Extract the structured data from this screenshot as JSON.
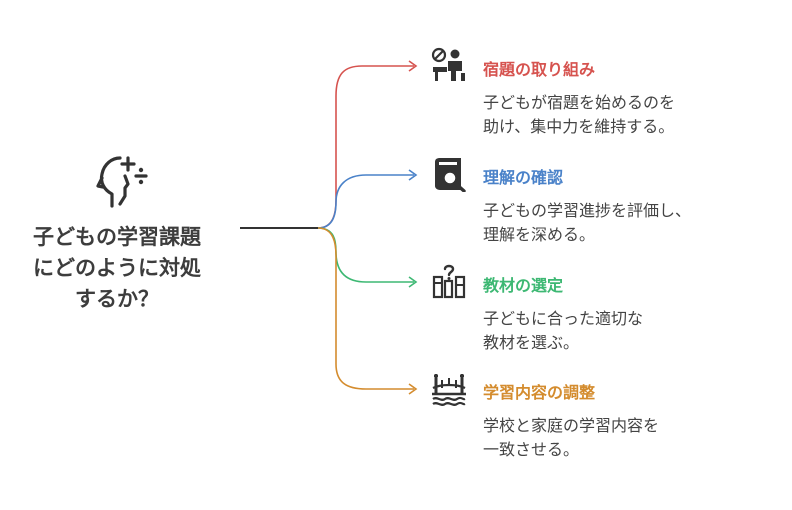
{
  "central": {
    "lines": [
      "子どもの学習課題",
      "にどのように対処",
      "するか？"
    ],
    "icon": "head-thinking-icon"
  },
  "branches": [
    {
      "title": "宿題の取り組み",
      "desc": [
        "子どもが宿題を始めるのを",
        "助け、集中力を維持する。"
      ],
      "color": "#d6534f",
      "icon": "homework-desk-icon"
    },
    {
      "title": "理解の確認",
      "desc": [
        "子どもの学習進捗を評価し、",
        "理解を深める。"
      ],
      "color": "#4a82c9",
      "icon": "book-search-icon"
    },
    {
      "title": "教材の選定",
      "desc": [
        "子どもに合った適切な",
        "教材を選ぶ。"
      ],
      "color": "#3db873",
      "icon": "books-question-icon"
    },
    {
      "title": "学習内容の調整",
      "desc": [
        "学校と家庭の学習内容を",
        "一致させる。"
      ],
      "color": "#d48c2e",
      "icon": "bridge-icon"
    }
  ]
}
